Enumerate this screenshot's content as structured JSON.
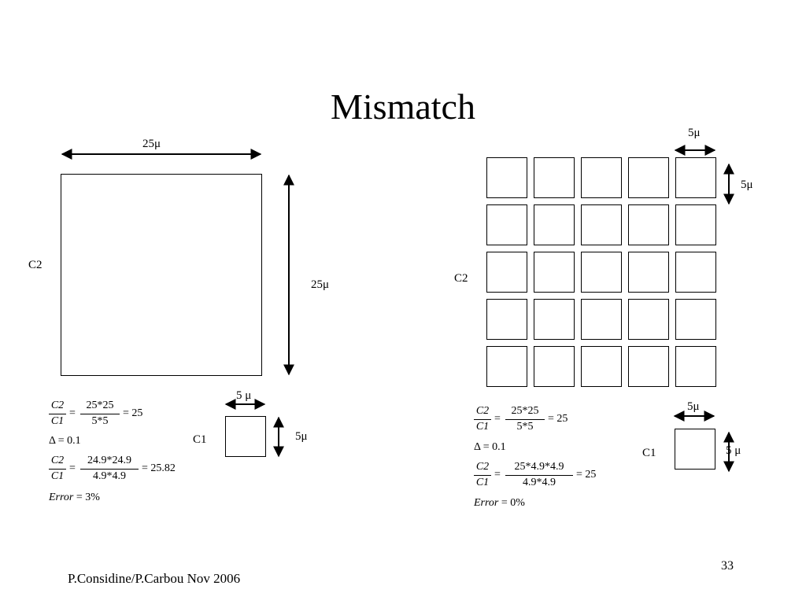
{
  "slide": {
    "title": "Mismatch",
    "footer": "P.Considine/P.Carbou Nov 2006",
    "page_number": "33"
  },
  "left": {
    "big_width_label": "25μ",
    "big_height_label": "25μ",
    "big_cap_label": "C2",
    "small_cap_label": "C1",
    "small_width_label": "5 μ",
    "small_height_label": "5μ",
    "eq1": {
      "lhs_num": "C2",
      "lhs_den": "C1",
      "rhs_num": "25*25",
      "rhs_den": "5*5",
      "result": "= 25"
    },
    "delta": "Δ = 0.1",
    "eq2": {
      "lhs_num": "C2",
      "lhs_den": "C1",
      "rhs_num": "24.9*24.9",
      "rhs_den": "4.9*4.9",
      "result": "= 25.82"
    },
    "error_word": "Error",
    "error_value": "= 3%"
  },
  "right": {
    "grid_cell_width_label": "5μ",
    "grid_cell_height_label": "5μ",
    "grid_cap_label": "C2",
    "grid_rows": 5,
    "grid_cols": 5,
    "small_cap_label": "C1",
    "small_width_label": "5μ",
    "small_height_label": "5 μ",
    "eq1": {
      "lhs_num": "C2",
      "lhs_den": "C1",
      "rhs_num": "25*25",
      "rhs_den": "5*5",
      "result": "= 25"
    },
    "delta": "Δ = 0.1",
    "eq2": {
      "lhs_num": "C2",
      "lhs_den": "C1",
      "rhs_num": "25*4.9*4.9",
      "rhs_den": "4.9*4.9",
      "result": "= 25"
    },
    "error_word": "Error",
    "error_value": "= 0%"
  }
}
